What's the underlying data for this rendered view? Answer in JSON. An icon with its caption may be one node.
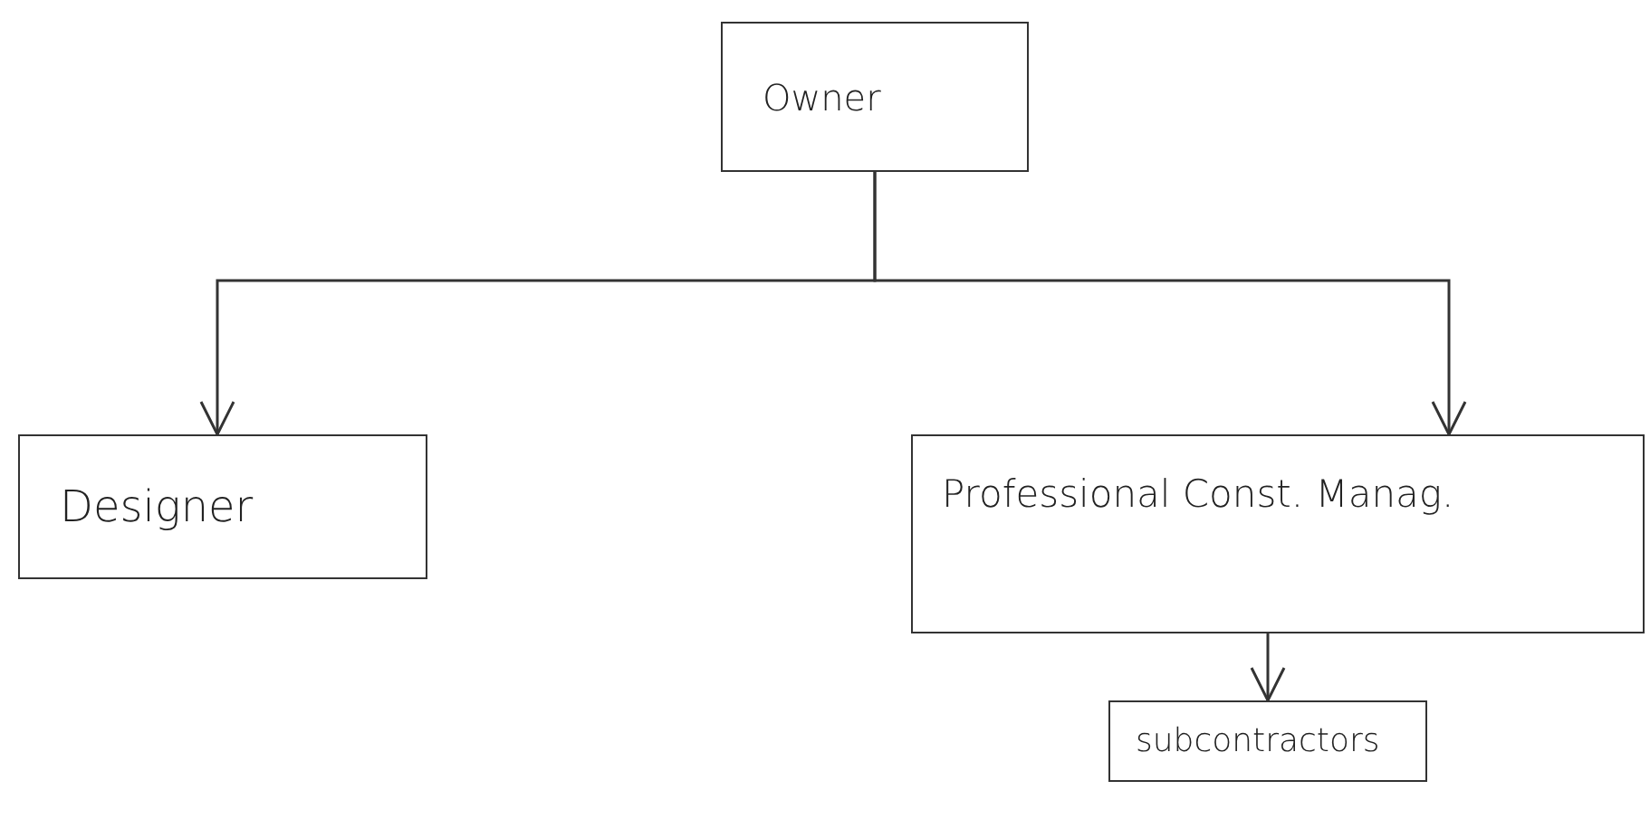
{
  "diagram": {
    "nodes": [
      {
        "text": [
          "Owner"
        ]
      },
      {
        "text": [
          "Designer"
        ]
      },
      {
        "text": [
          "Professional Const. Manag."
        ]
      },
      {
        "text": [
          "subcontractors"
        ]
      }
    ],
    "edges": [
      {
        "from": 0,
        "to": 1,
        "arrow": "to"
      },
      {
        "from": 0,
        "to": 2,
        "arrow": "to"
      },
      {
        "from": 2,
        "to": 3,
        "arrow": "to"
      }
    ]
  }
}
